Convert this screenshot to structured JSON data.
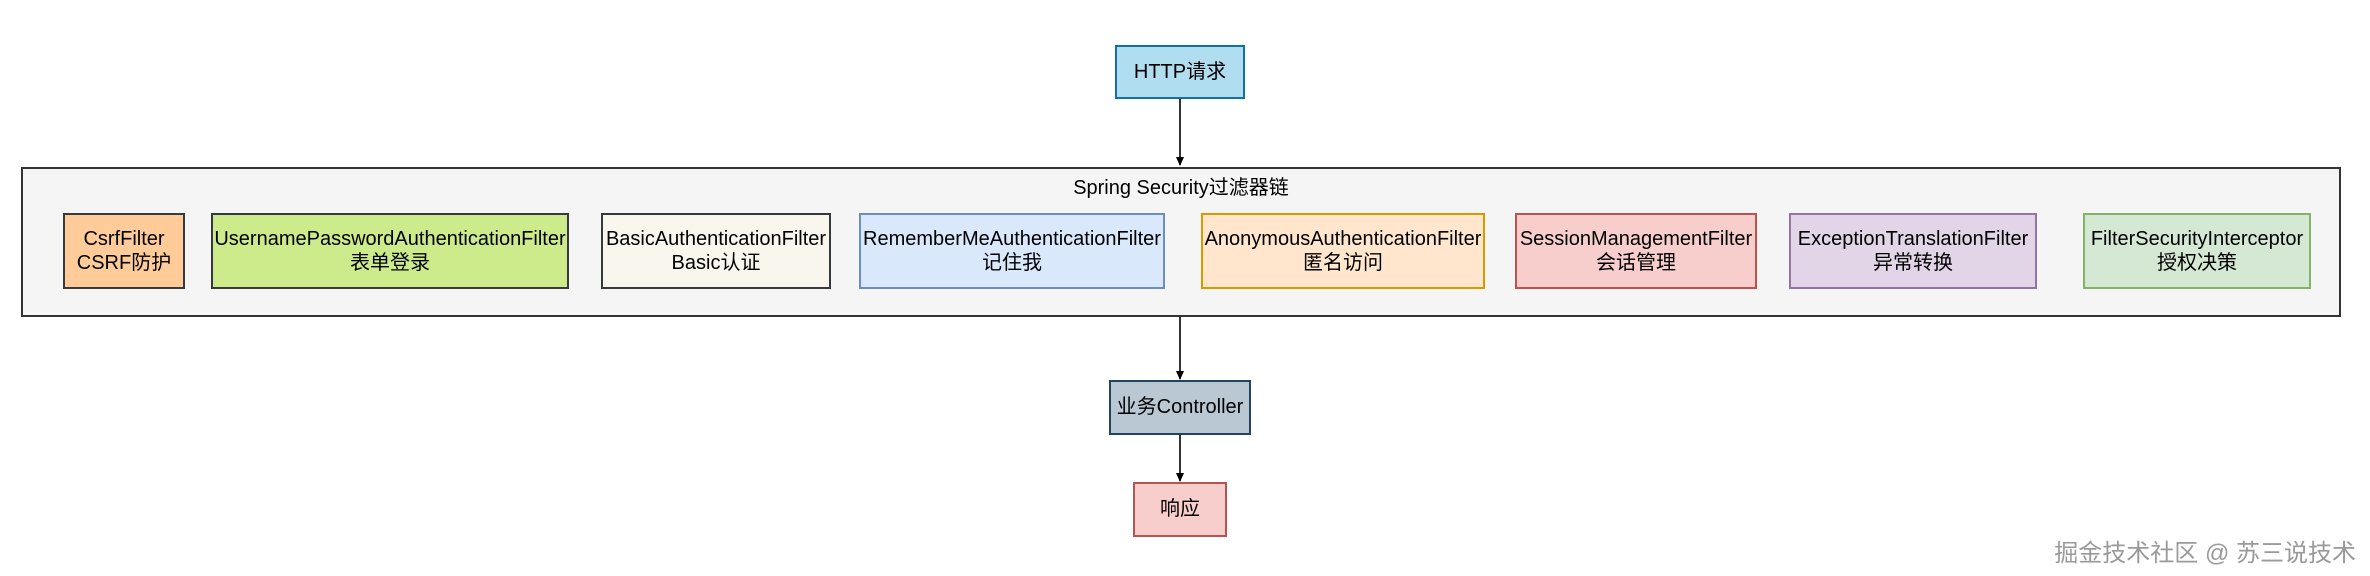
{
  "diagram": {
    "http_request": "HTTP请求",
    "chain_title": "Spring Security过滤器链",
    "filters": [
      {
        "name": "CsrfFilter",
        "desc": "CSRF防护",
        "fill": "#ffcc99",
        "stroke": "#36393d"
      },
      {
        "name": "UsernamePasswordAuthenticationFilter",
        "desc": "表单登录",
        "fill": "#cdeb8b",
        "stroke": "#36393d"
      },
      {
        "name": "BasicAuthenticationFilter",
        "desc": "Basic认证",
        "fill": "#f9f7ed",
        "stroke": "#36393d"
      },
      {
        "name": "RememberMeAuthenticationFilter",
        "desc": "记住我",
        "fill": "#dae8fc",
        "stroke": "#6c8ebf"
      },
      {
        "name": "AnonymousAuthenticationFilter",
        "desc": "匿名访问",
        "fill": "#ffe6cc",
        "stroke": "#d79b00"
      },
      {
        "name": "SessionManagementFilter",
        "desc": "会话管理",
        "fill": "#f8cecc",
        "stroke": "#b85450"
      },
      {
        "name": "ExceptionTranslationFilter",
        "desc": "异常转换",
        "fill": "#e1d5e7",
        "stroke": "#9673a6"
      },
      {
        "name": "FilterSecurityInterceptor",
        "desc": "授权决策",
        "fill": "#d5e8d4",
        "stroke": "#82b366"
      }
    ],
    "controller": "业务Controller",
    "response": "响应"
  },
  "watermark": "掘金技术社区 @ 苏三说技术"
}
